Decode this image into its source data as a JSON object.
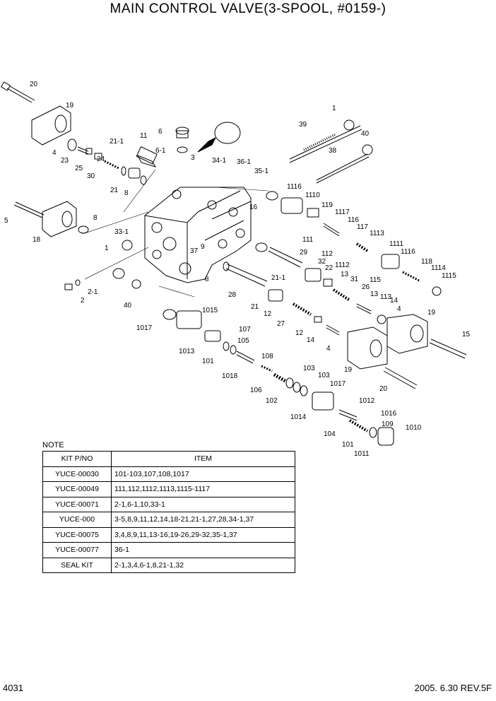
{
  "title": "MAIN CONTROL VALVE(3-SPOOL, #0159-)",
  "callouts": [
    "20",
    "19",
    "4",
    "23",
    "25",
    "24",
    "30",
    "21",
    "21-1",
    "11",
    "8",
    "6",
    "6-1",
    "3",
    "34-1",
    "36-1",
    "35-1",
    "16",
    "1116",
    "1110",
    "119",
    "1117",
    "116",
    "117",
    "111",
    "1113",
    "1111",
    "1116",
    "118",
    "1114",
    "1115",
    "112",
    "1112",
    "22",
    "32",
    "29",
    "13",
    "31",
    "115",
    "26",
    "13",
    "113",
    "14",
    "4",
    "19",
    "15",
    "1",
    "39",
    "40",
    "38",
    "5",
    "18",
    "8",
    "33-1",
    "1",
    "37",
    "9",
    "8",
    "2-1",
    "2",
    "40",
    "28",
    "21-1",
    "21",
    "12",
    "27",
    "12",
    "14",
    "4",
    "1017",
    "1015",
    "107",
    "1013",
    "105",
    "101",
    "108",
    "1018",
    "106",
    "103",
    "103",
    "102",
    "1017",
    "1012",
    "1014",
    "19",
    "20",
    "1016",
    "109",
    "1010",
    "104",
    "101",
    "1011"
  ],
  "note": "NOTE",
  "kit_table": {
    "headers": [
      "KIT P/NO",
      "ITEM"
    ],
    "rows": [
      [
        "YUCE-00030",
        "101-103,107,108,1017"
      ],
      [
        "YUCE-00049",
        "111,112,1112,1113,1115-1117"
      ],
      [
        "YUCE-00071",
        "2-1,6-1,10,33-1"
      ],
      [
        "YUCE-000",
        "3-5,8,9,11,12,14,18-21,21-1,27,28,34-1,37"
      ],
      [
        "YUCE-00075",
        "3,4,8,9,11,13-16,19-26,29-32,35-1,37"
      ],
      [
        "YUCE-00077",
        "36-1"
      ],
      [
        "SEAL KIT",
        "2-1,3,4,6-1,8,21-1,32"
      ]
    ]
  },
  "footer": {
    "page_number": "4031",
    "revision": "2005. 6.30  REV.5F"
  }
}
